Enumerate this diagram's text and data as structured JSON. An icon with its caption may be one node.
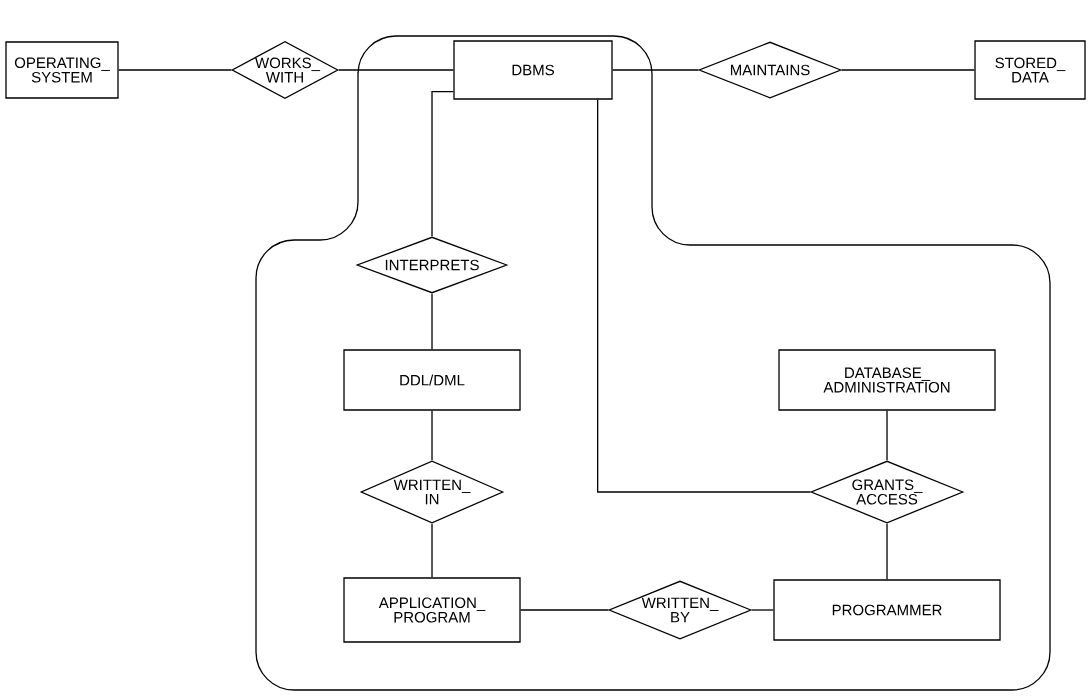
{
  "diagram": {
    "nodes": [
      {
        "text": [
          "OPERATING_ SYSTEM"
        ]
      },
      {
        "text": [
          "WORKS_ WITH"
        ]
      },
      {
        "text": [],
        "shape": "box"
      },
      {
        "text": [
          "DBMS"
        ],
        "in": 2
      },
      {
        "text": [
          "MAINTAINS"
        ]
      },
      {
        "text": [
          "STORED_ DATA"
        ]
      },
      {
        "text": [
          "INTERPRETS"
        ],
        "in": 2
      },
      {
        "text": [
          "DDL/DML"
        ],
        "in": 2
      },
      {
        "text": [
          "DATABASE_ ADMINISTRATION"
        ],
        "in": 2
      },
      {
        "text": [
          "WRITTEN_ IN"
        ],
        "in": 2
      },
      {
        "text": [
          "GRANTS_ ACCESS"
        ],
        "in": 2
      },
      {
        "text": [
          "APPLICATION_ PROGRAM"
        ],
        "in": 2
      },
      {
        "text": [
          "WRITTEN_ BY"
        ],
        "in": 2
      },
      {
        "text": [
          "PROGRAMMER"
        ],
        "in": 2
      }
    ],
    "edges": [
      {
        "from": 0,
        "to": 1,
        "arrow": "none"
      },
      {
        "from": 1,
        "to": 3,
        "arrow": "none"
      },
      {
        "from": 3,
        "to": 4,
        "arrow": "none"
      },
      {
        "from": 4,
        "to": 5,
        "arrow": "none"
      },
      {
        "from": 3,
        "to": 6,
        "arrow": "none"
      },
      {
        "from": 6,
        "to": 7,
        "arrow": "none"
      },
      {
        "from": 7,
        "to": 9,
        "arrow": "none"
      },
      {
        "from": 9,
        "to": 11,
        "arrow": "none"
      },
      {
        "from": 11,
        "to": 12,
        "arrow": "none"
      },
      {
        "from": 12,
        "to": 13,
        "arrow": "none"
      },
      {
        "from": 3,
        "to": 10,
        "arrow": "none"
      },
      {
        "from": 8,
        "to": 10,
        "arrow": "none"
      },
      {
        "from": 10,
        "to": 13,
        "arrow": "none"
      }
    ]
  }
}
